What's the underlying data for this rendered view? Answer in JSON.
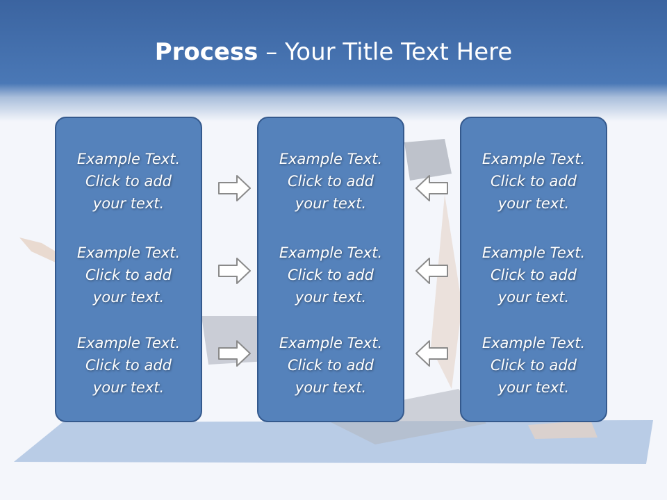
{
  "slide": {
    "title_bold": "Process",
    "title_rest": " – Your Title Text Here"
  },
  "columns": [
    {
      "items": [
        {
          "line1": "Example Text.",
          "line2": "Click  to add",
          "line3": "your text."
        },
        {
          "line1": "Example Text.",
          "line2": "Click  to add",
          "line3": "your text."
        },
        {
          "line1": "Example Text.",
          "line2": "Click  to add",
          "line3": "your text."
        }
      ]
    },
    {
      "items": [
        {
          "line1": "Example Text.",
          "line2": "Click  to add",
          "line3": "your text."
        },
        {
          "line1": "Example Text.",
          "line2": "Click  to add",
          "line3": "your text."
        },
        {
          "line1": "Example Text.",
          "line2": "Click  to add",
          "line3": "your text."
        }
      ]
    },
    {
      "items": [
        {
          "line1": "Example Text.",
          "line2": "Click  to add",
          "line3": "your text."
        },
        {
          "line1": "Example Text.",
          "line2": "Click  to add",
          "line3": "your text."
        },
        {
          "line1": "Example Text.",
          "line2": "Click  to add",
          "line3": "your text."
        }
      ]
    }
  ],
  "colors": {
    "header": "#4a78b6",
    "box_fill": "#5582bb",
    "box_border": "#34598d",
    "arrow_stroke": "#8a8a8a"
  },
  "icons": {
    "left_arrows": "arrow-right-icon",
    "right_arrows": "arrow-left-icon"
  }
}
